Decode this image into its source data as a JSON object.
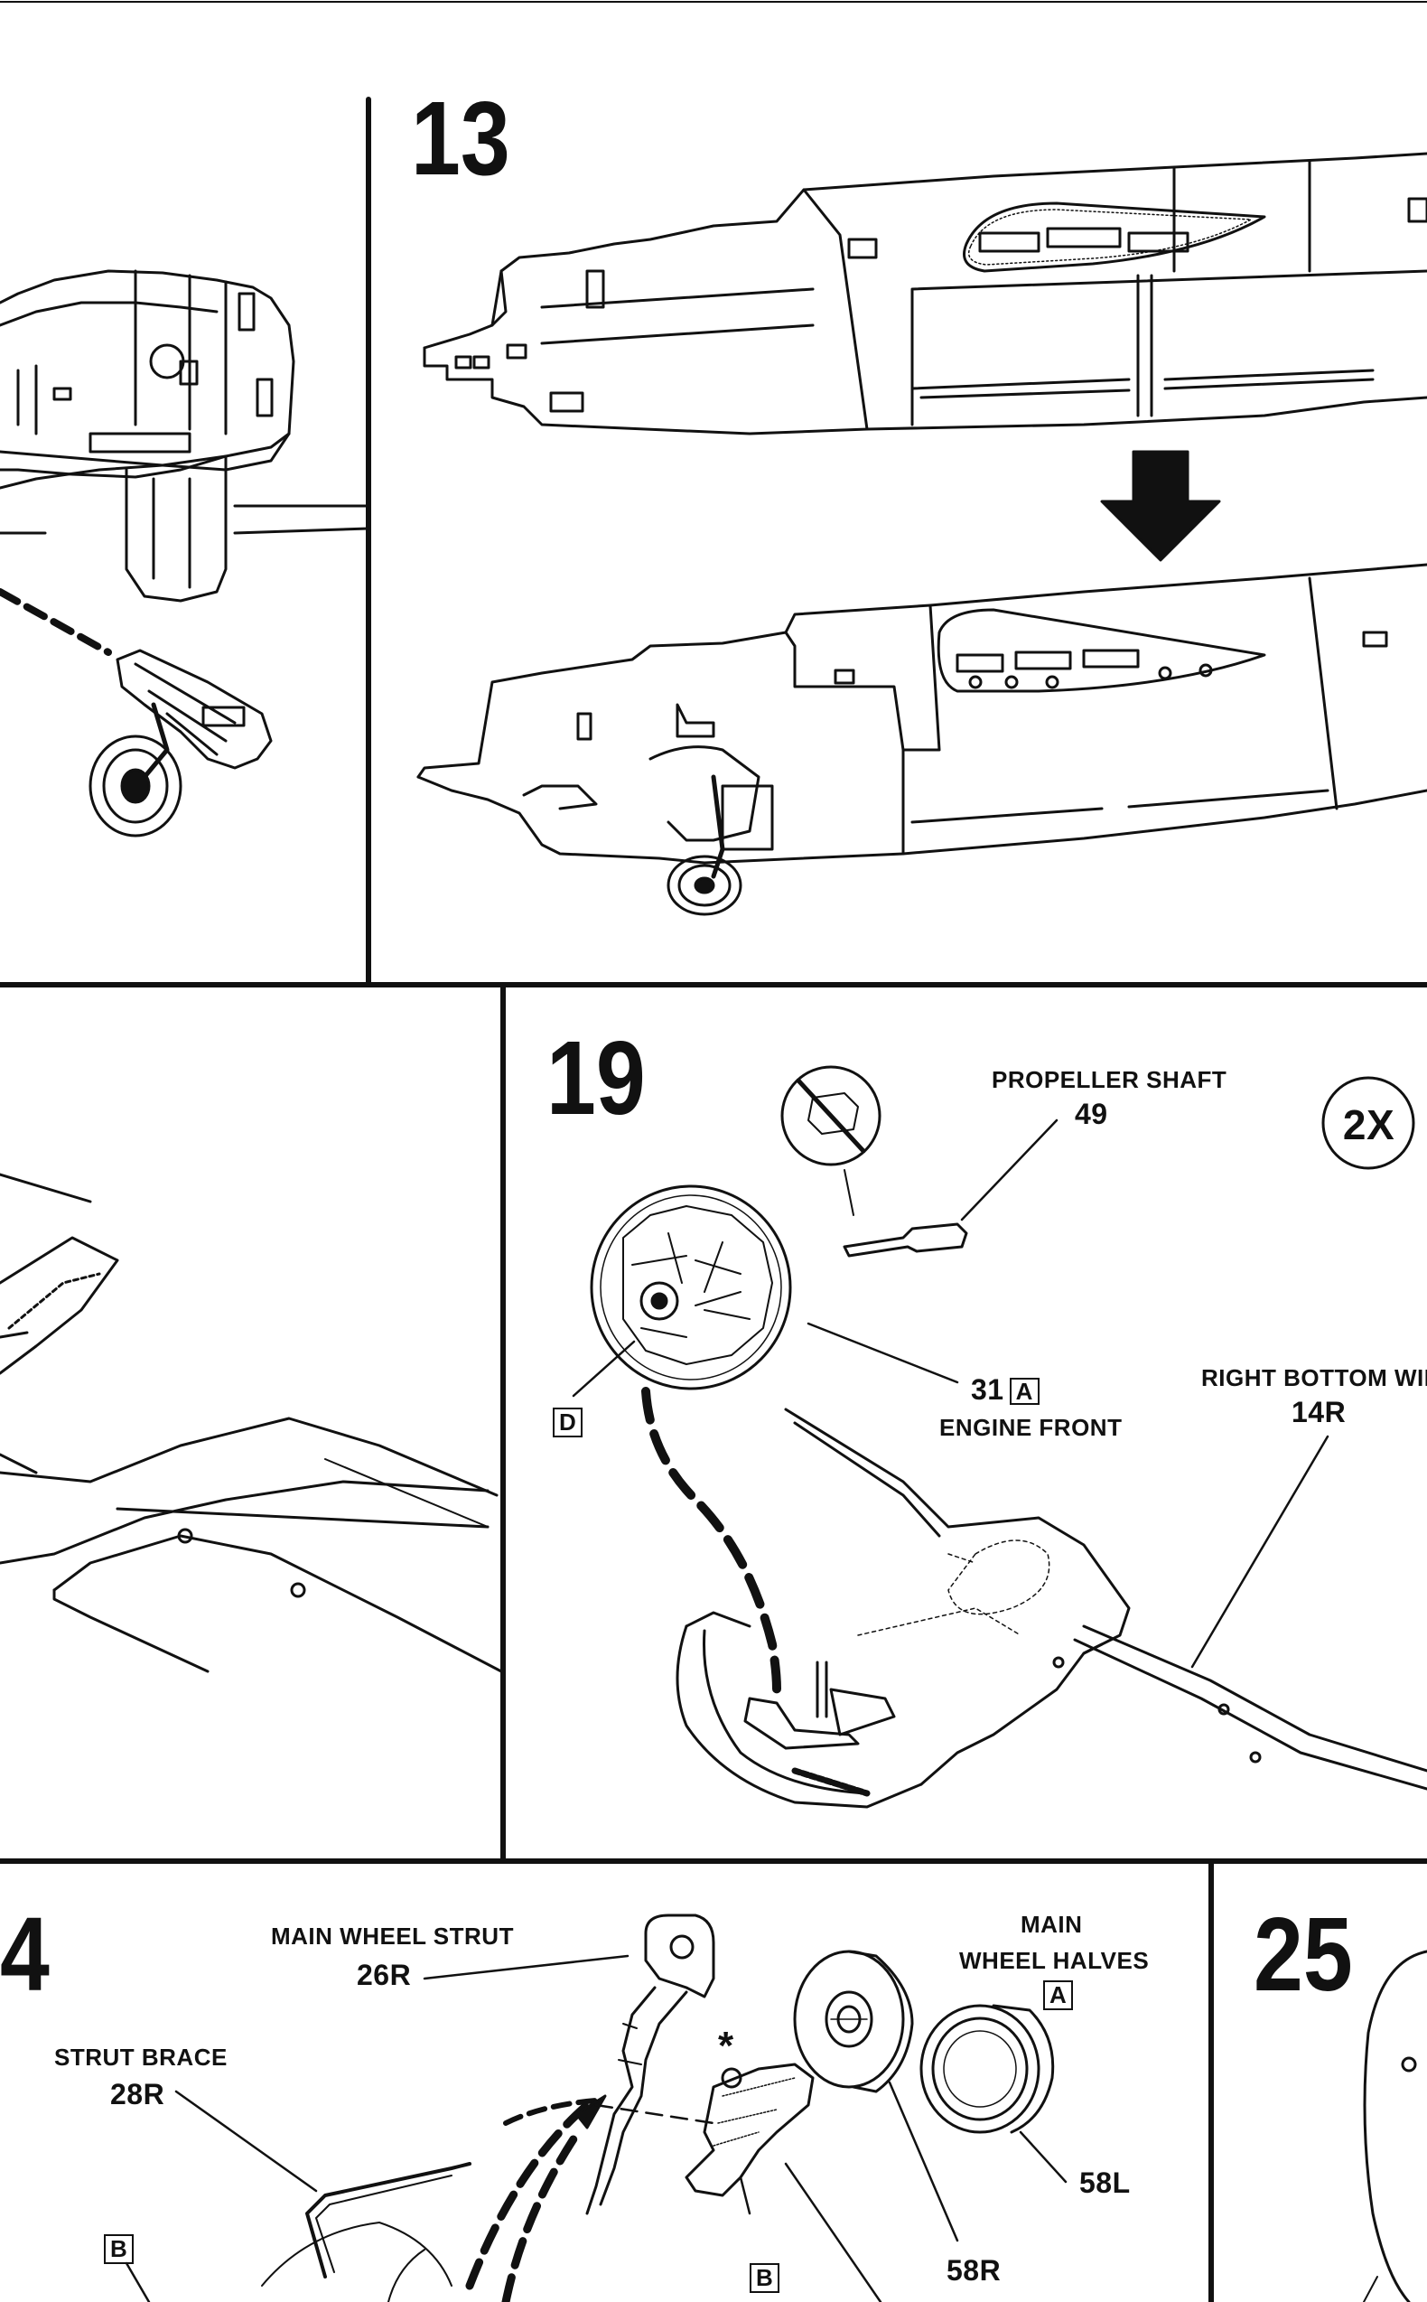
{
  "steps": {
    "s13": {
      "number": "13"
    },
    "s19": {
      "number": "19",
      "multiplier": "2X",
      "propeller_shaft": {
        "name": "PROPELLER SHAFT",
        "part": "49"
      },
      "engine_front": {
        "part": "31",
        "sprue": "A",
        "name": "ENGINE FRONT"
      },
      "right_bottom_wing": {
        "name": "RIGHT BOTTOM WING",
        "part": "14R"
      },
      "sprue_d": "D"
    },
    "s24": {
      "number": "4",
      "main_wheel_strut": {
        "name": "MAIN WHEEL STRUT",
        "part": "26R"
      },
      "strut_brace": {
        "name": "STRUT BRACE",
        "part": "28R"
      },
      "main_wheel_halves": {
        "line1": "MAIN",
        "line2": "WHEEL HALVES",
        "sprue": "A"
      },
      "wheel_right": "58R",
      "wheel_left": "58L",
      "sprue_b_left": "B",
      "sprue_b_center": "B",
      "asterisk": "*"
    },
    "s25": {
      "number": "25"
    }
  }
}
